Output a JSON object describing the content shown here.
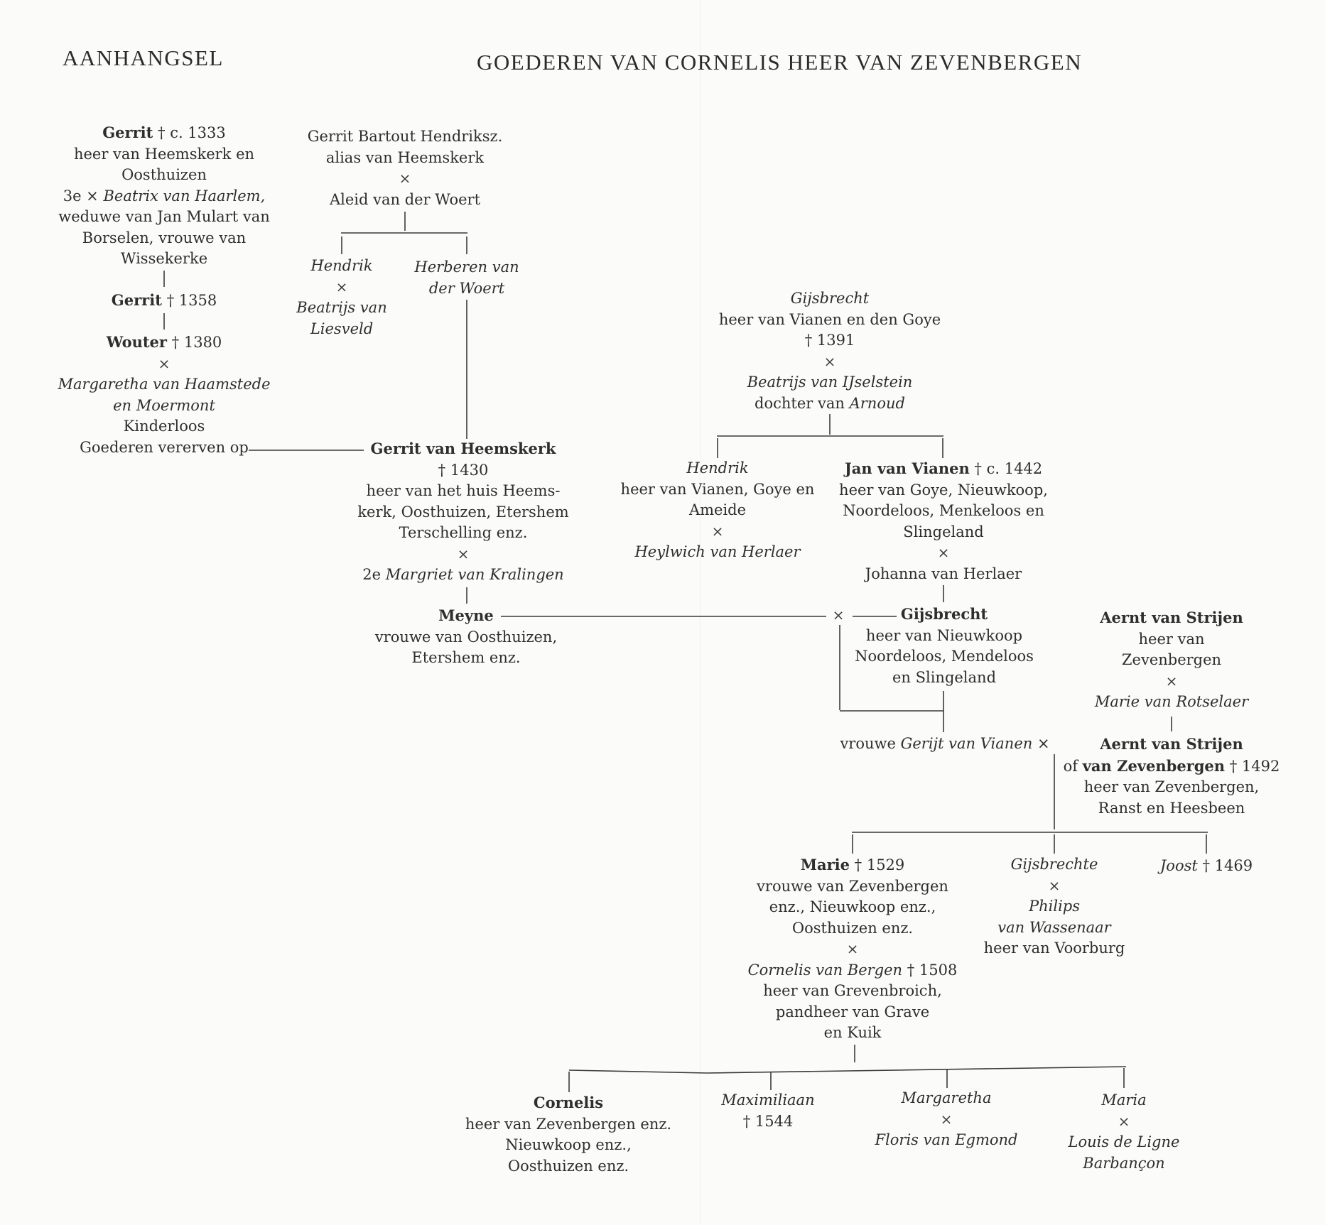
{
  "header": {
    "left": "AANHANGSEL",
    "title": "GOEDEREN VAN CORNELIS HEER VAN ZEVENBERGEN"
  },
  "nodes": [
    {
      "id": "gerrit-1333",
      "lines": [
        [
          {
            "t": "Gerrit",
            "b": true
          },
          {
            "t": " † c. 1333"
          }
        ],
        [
          {
            "t": "heer van Heemskerk en"
          }
        ],
        [
          {
            "t": "Oosthuizen"
          }
        ],
        [
          {
            "t": "3e × "
          },
          {
            "t": "Beatrix van Haarlem,",
            "i": true
          }
        ],
        [
          {
            "t": "weduwe van Jan Mulart van"
          }
        ],
        [
          {
            "t": "Borselen, vrouwe van"
          }
        ],
        [
          {
            "t": "Wissekerke"
          }
        ]
      ]
    },
    {
      "id": "gerrit-1358",
      "lines": [
        [
          {
            "t": "Gerrit",
            "b": true
          },
          {
            "t": " † 1358"
          }
        ]
      ]
    },
    {
      "id": "wouter-1380",
      "lines": [
        [
          {
            "t": "Wouter",
            "b": true
          },
          {
            "t": " † 1380"
          }
        ],
        [
          {
            "t": "×",
            "m": true
          }
        ],
        [
          {
            "t": "Margaretha van Haamstede",
            "i": true
          }
        ],
        [
          {
            "t": "en Moermont",
            "i": true
          }
        ],
        [
          {
            "t": "Kinderloos"
          }
        ],
        [
          {
            "t": "Goederen vererven op"
          }
        ]
      ]
    },
    {
      "id": "gerrit-bartout",
      "lines": [
        [
          {
            "t": "Gerrit Bartout Hendriksz."
          }
        ],
        [
          {
            "t": "alias van Heemskerk"
          }
        ],
        [
          {
            "t": "×",
            "m": true
          }
        ],
        [
          {
            "t": "Aleid van der Woert"
          }
        ]
      ]
    },
    {
      "id": "hendrik-liesveld",
      "lines": [
        [
          {
            "t": "Hendrik",
            "i": true
          }
        ],
        [
          {
            "t": "×",
            "m": true
          }
        ],
        [
          {
            "t": "Beatrijs van",
            "i": true
          }
        ],
        [
          {
            "t": "Liesveld",
            "i": true
          }
        ]
      ]
    },
    {
      "id": "herberen",
      "lines": [
        [
          {
            "t": "Herberen van",
            "i": true
          }
        ],
        [
          {
            "t": "der Woert",
            "i": true
          }
        ]
      ]
    },
    {
      "id": "gerrit-1430",
      "lines": [
        [
          {
            "t": "Gerrit van Heemskerk",
            "b": true
          }
        ],
        [
          {
            "t": "† 1430"
          }
        ],
        [
          {
            "t": "heer van het huis Heems-"
          }
        ],
        [
          {
            "t": "kerk, Oosthuizen, Etershem"
          }
        ],
        [
          {
            "t": "Terschelling enz."
          }
        ],
        [
          {
            "t": "×",
            "m": true
          }
        ],
        [
          {
            "t": "2e "
          },
          {
            "t": "Margriet van Kralingen",
            "i": true
          }
        ]
      ]
    },
    {
      "id": "meyne",
      "lines": [
        [
          {
            "t": "Meyne",
            "b": true
          }
        ],
        [
          {
            "t": "vrouwe van Oosthuizen,"
          }
        ],
        [
          {
            "t": "Etershem enz."
          }
        ]
      ]
    },
    {
      "id": "gijsbrecht-1391",
      "lines": [
        [
          {
            "t": "Gijsbrecht",
            "i": true
          }
        ],
        [
          {
            "t": "heer van Vianen en den Goye"
          }
        ],
        [
          {
            "t": "† 1391"
          }
        ],
        [
          {
            "t": "×",
            "m": true
          }
        ],
        [
          {
            "t": "Beatrijs van IJselstein",
            "i": true
          }
        ],
        [
          {
            "t": "dochter van "
          },
          {
            "t": "Arnoud",
            "i": true
          }
        ]
      ]
    },
    {
      "id": "hendrik-vianen",
      "lines": [
        [
          {
            "t": "Hendrik",
            "i": true
          }
        ],
        [
          {
            "t": "heer van Vianen, Goye en"
          }
        ],
        [
          {
            "t": "Ameide"
          }
        ],
        [
          {
            "t": "×",
            "m": true
          }
        ],
        [
          {
            "t": "Heylwich van Herlaer",
            "i": true
          }
        ]
      ]
    },
    {
      "id": "jan-vianen",
      "lines": [
        [
          {
            "t": "Jan van Vianen",
            "b": true
          },
          {
            "t": " † c. 1442"
          }
        ],
        [
          {
            "t": "heer van Goye, Nieuwkoop,"
          }
        ],
        [
          {
            "t": "Noordeloos, Menkeloos en"
          }
        ],
        [
          {
            "t": "Slingeland"
          }
        ],
        [
          {
            "t": "×",
            "m": true
          }
        ],
        [
          {
            "t": "Johanna van Herlaer"
          }
        ]
      ]
    },
    {
      "id": "gijsbrecht-nieuwkoop",
      "lines": [
        [
          {
            "t": "Gijsbrecht",
            "b": true
          }
        ],
        [
          {
            "t": "heer van Nieuwkoop"
          }
        ],
        [
          {
            "t": "Noordeloos, Mendeloos"
          }
        ],
        [
          {
            "t": "en Slingeland"
          }
        ]
      ]
    },
    {
      "id": "aernt-senior",
      "lines": [
        [
          {
            "t": "Aernt van Strijen",
            "b": true
          }
        ],
        [
          {
            "t": "heer van"
          }
        ],
        [
          {
            "t": "Zevenbergen"
          }
        ],
        [
          {
            "t": "×",
            "m": true
          }
        ],
        [
          {
            "t": "Marie van Rotselaer",
            "i": true
          }
        ]
      ]
    },
    {
      "id": "gerijt",
      "lines": [
        [
          {
            "t": "vrouwe "
          },
          {
            "t": "Gerijt van Vianen",
            "i": true
          },
          {
            "t": "  ×"
          }
        ]
      ]
    },
    {
      "id": "aernt-1492",
      "lines": [
        [
          {
            "t": "Aernt van Strijen",
            "b": true
          }
        ],
        [
          {
            "t": "of "
          },
          {
            "t": "van Zevenbergen",
            "b": true
          },
          {
            "t": " † 1492"
          }
        ],
        [
          {
            "t": "heer van Zevenbergen,"
          }
        ],
        [
          {
            "t": "Ranst en Heesbeen"
          }
        ]
      ]
    },
    {
      "id": "marie-1529",
      "lines": [
        [
          {
            "t": "Marie",
            "b": true
          },
          {
            "t": " † 1529"
          }
        ],
        [
          {
            "t": "vrouwe van Zevenbergen"
          }
        ],
        [
          {
            "t": "enz., Nieuwkoop enz.,"
          }
        ],
        [
          {
            "t": "Oosthuizen enz."
          }
        ],
        [
          {
            "t": "×",
            "m": true
          }
        ],
        [
          {
            "t": "Cornelis van Bergen",
            "i": true
          },
          {
            "t": " † 1508"
          }
        ],
        [
          {
            "t": "heer van Grevenbroich,"
          }
        ],
        [
          {
            "t": "pandheer van Grave"
          }
        ],
        [
          {
            "t": "en Kuik"
          }
        ]
      ]
    },
    {
      "id": "gijsbrechte",
      "lines": [
        [
          {
            "t": "Gijsbrechte",
            "i": true
          }
        ],
        [
          {
            "t": "×",
            "m": true
          }
        ],
        [
          {
            "t": "Philips",
            "i": true
          }
        ],
        [
          {
            "t": "van Wassenaar",
            "i": true
          }
        ],
        [
          {
            "t": "heer van Voorburg"
          }
        ]
      ]
    },
    {
      "id": "joost",
      "lines": [
        [
          {
            "t": "Joost",
            "i": true
          },
          {
            "t": " † 1469"
          }
        ]
      ]
    },
    {
      "id": "cornelis",
      "lines": [
        [
          {
            "t": "Cornelis",
            "b": true
          }
        ],
        [
          {
            "t": "heer van Zevenbergen enz."
          }
        ],
        [
          {
            "t": "Nieuwkoop enz.,"
          }
        ],
        [
          {
            "t": "Oosthuizen enz."
          }
        ]
      ]
    },
    {
      "id": "maximiliaan",
      "lines": [
        [
          {
            "t": "Maximiliaan",
            "i": true
          }
        ],
        [
          {
            "t": "† 1544"
          }
        ]
      ]
    },
    {
      "id": "margaretha",
      "lines": [
        [
          {
            "t": "Margaretha",
            "i": true
          }
        ],
        [
          {
            "t": "×",
            "m": true
          }
        ],
        [
          {
            "t": "Floris van Egmond",
            "i": true
          }
        ]
      ]
    },
    {
      "id": "maria",
      "lines": [
        [
          {
            "t": "Maria",
            "i": true
          }
        ],
        [
          {
            "t": "×",
            "m": true
          }
        ],
        [
          {
            "t": "Louis de Ligne",
            "i": true
          }
        ],
        [
          {
            "t": "Barbançon",
            "i": true
          }
        ]
      ]
    },
    {
      "id": "marriage-x",
      "lines": [
        [
          {
            "t": "×",
            "m": true
          }
        ]
      ]
    }
  ]
}
